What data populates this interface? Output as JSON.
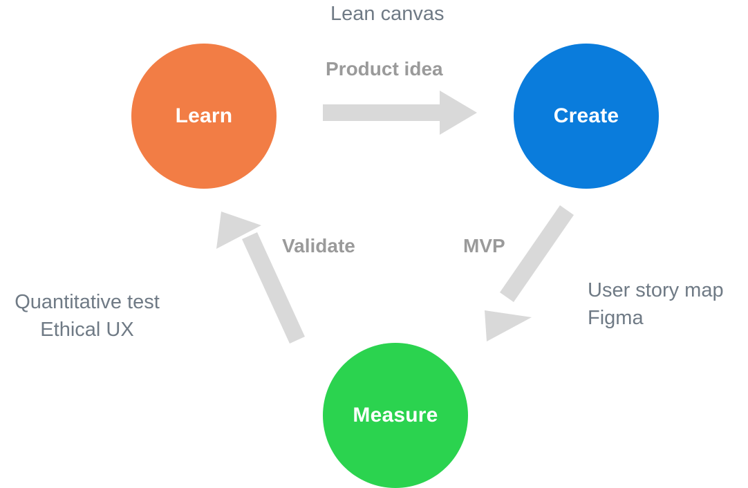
{
  "nodes": {
    "learn": {
      "label": "Learn",
      "color": "#f27d45"
    },
    "create": {
      "label": "Create",
      "color": "#0a7cdc"
    },
    "measure": {
      "label": "Measure",
      "color": "#2bd34f"
    }
  },
  "edges": {
    "learn_to_create": {
      "label": "Product idea"
    },
    "create_to_measure": {
      "label": "MVP"
    },
    "measure_to_learn": {
      "label": "Validate"
    }
  },
  "tools": {
    "create": [
      "Lean canvas"
    ],
    "measure": [
      "User story map",
      "Figma"
    ],
    "learn": [
      "Quantitative test",
      "Ethical UX"
    ]
  },
  "colors": {
    "arrow": "#d9d9d9",
    "edge_label": "#9a9a9a",
    "tool_text": "#6f7a85"
  }
}
